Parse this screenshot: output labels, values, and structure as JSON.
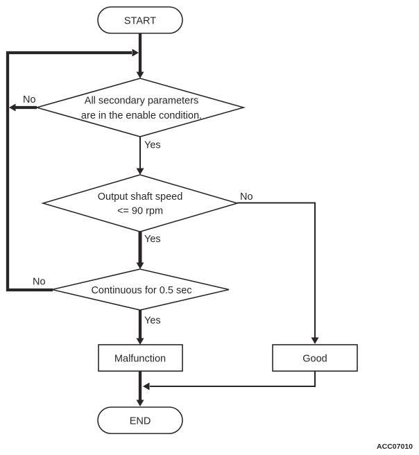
{
  "figure": {
    "code": "ACC07010",
    "background_color": "#ffffff",
    "line_color": "#2a2627"
  },
  "flowchart": {
    "nodes": {
      "start": {
        "shape": "terminator",
        "label": "START"
      },
      "decision1": {
        "shape": "decision",
        "line1": "All secondary parameters",
        "line2": "are in the enable condition."
      },
      "decision2": {
        "shape": "decision",
        "line1": "Output shaft speed",
        "line2": "<= 90 rpm"
      },
      "decision3": {
        "shape": "decision",
        "label": "Continuous for 0.5 sec"
      },
      "malfunction": {
        "shape": "process",
        "label": "Malfunction"
      },
      "good": {
        "shape": "process",
        "label": "Good"
      },
      "end": {
        "shape": "terminator",
        "label": "END"
      }
    },
    "labels": {
      "decision1_no": "No",
      "decision1_yes": "Yes",
      "decision2_no": "No",
      "decision2_yes": "Yes",
      "decision3_no": "No",
      "decision3_yes": "Yes"
    },
    "edges": [
      {
        "from": "start",
        "to": "decision1",
        "label": ""
      },
      {
        "from": "decision1",
        "to": "decision2",
        "label": "Yes"
      },
      {
        "from": "decision1",
        "to": "loop-back-before-decision1",
        "label": "No"
      },
      {
        "from": "decision2",
        "to": "decision3",
        "label": "Yes"
      },
      {
        "from": "decision2",
        "to": "good",
        "label": "No"
      },
      {
        "from": "decision3",
        "to": "malfunction",
        "label": "Yes"
      },
      {
        "from": "decision3",
        "to": "loop-back-before-decision1",
        "label": "No"
      },
      {
        "from": "malfunction",
        "to": "end",
        "label": ""
      },
      {
        "from": "good",
        "to": "end",
        "label": ""
      }
    ]
  }
}
